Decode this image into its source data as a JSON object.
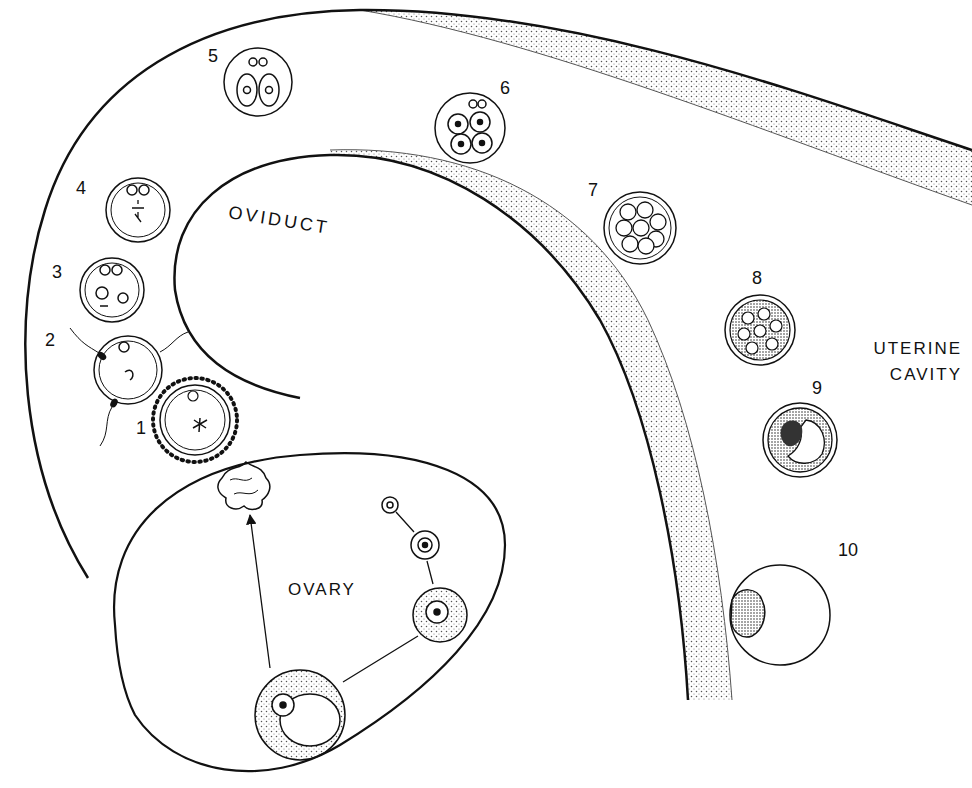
{
  "diagram": {
    "nodes": [
      {
        "text": [
          "OVARY"
        ]
      }
    ],
    "labels": [
      "1",
      "2",
      "3",
      "4",
      "5",
      "6",
      "7",
      "8",
      "9",
      "10",
      "OVIDUCT",
      "UTERINE CAVITY"
    ]
  }
}
